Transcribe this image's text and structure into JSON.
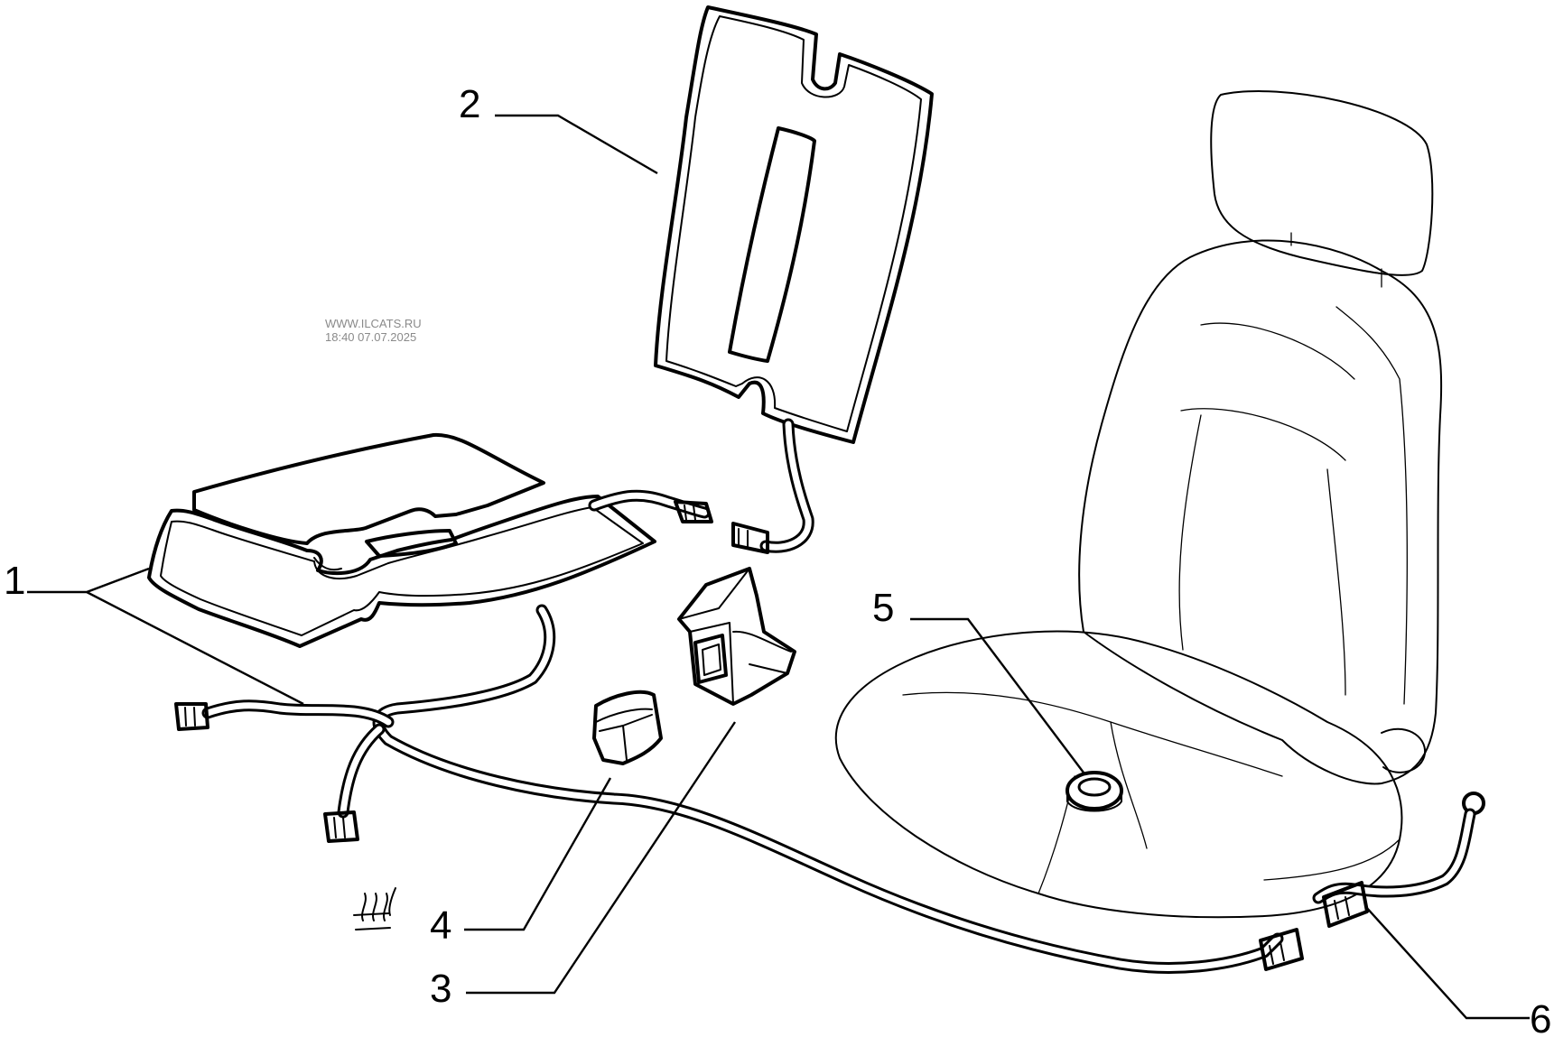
{
  "callouts": [
    {
      "id": "1",
      "label": "1"
    },
    {
      "id": "2",
      "label": "2"
    },
    {
      "id": "3",
      "label": "3"
    },
    {
      "id": "4",
      "label": "4"
    },
    {
      "id": "5",
      "label": "5"
    },
    {
      "id": "6",
      "label": "6"
    }
  ],
  "watermark": {
    "line1": "WWW.ILCATS.RU",
    "line2": "18:40 07.07.2025"
  }
}
